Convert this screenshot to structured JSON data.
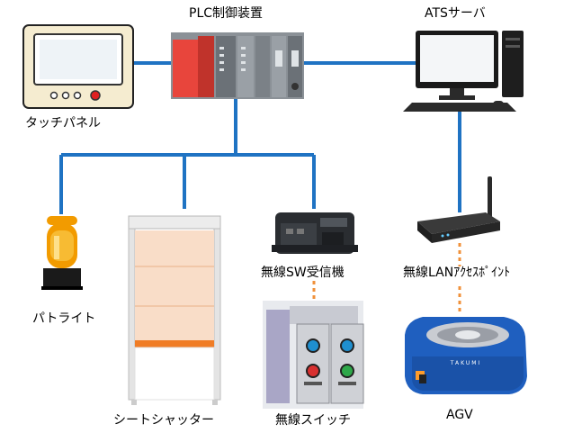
{
  "labels": {
    "plc": "PLC制御装置",
    "ats_server": "ATSサーバ",
    "touch_panel": "タッチパネル",
    "patlite": "パトライト",
    "sheet_shutter": "シートシャッター",
    "wireless_sw_receiver": "無線SW受信機",
    "wireless_switch": "無線スイッチ",
    "wireless_lan_ap": "無線LANｱｸｾｽﾎﾟｲﾝﾄ",
    "agv": "AGV"
  },
  "agv_logo": "TAKUMI",
  "colors": {
    "wired_link": "#1f73c3",
    "wireless_link": "#f0913a",
    "agv_body": "#1f5fbf",
    "patlite_amber": "#f29b00",
    "shutter_band": "#f07d26",
    "plc_red": "#e8453c"
  }
}
